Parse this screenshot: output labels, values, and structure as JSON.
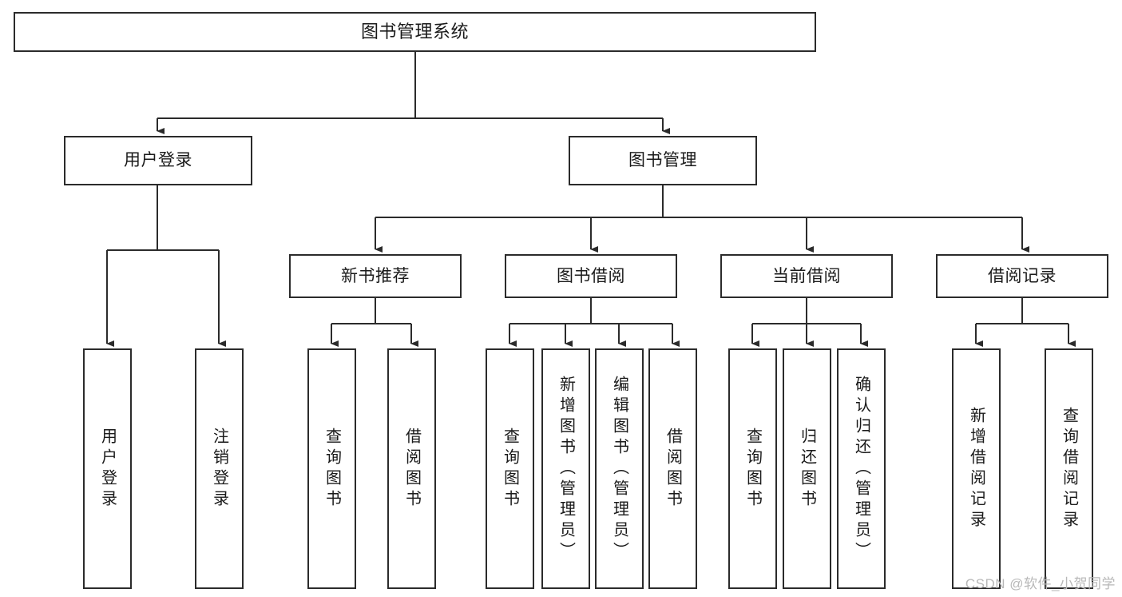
{
  "diagram": {
    "title": "图书管理系统",
    "type": "tree-hierarchy-chart",
    "watermark": "CSDN @软件_小贺同学",
    "line_color": "#2b2b2b",
    "box_fill": "#ffffff",
    "text_color": "#1a1a1a",
    "root": {
      "label": "图书管理系统"
    },
    "level2": [
      {
        "label": "用户登录"
      },
      {
        "label": "图书管理"
      }
    ],
    "level3": [
      {
        "label": "新书推荐"
      },
      {
        "label": "图书借阅"
      },
      {
        "label": "当前借阅"
      },
      {
        "label": "借阅记录"
      }
    ],
    "leaves": {
      "user_login": [
        {
          "label": "用户登录"
        },
        {
          "label": "注销登录"
        }
      ],
      "new_book_recommend": [
        {
          "label": "查询图书"
        },
        {
          "label": "借阅图书"
        }
      ],
      "book_borrow": [
        {
          "label": "查询图书"
        },
        {
          "label": "新增图书（管理员）"
        },
        {
          "label": "编辑图书（管理员）"
        },
        {
          "label": "借阅图书"
        }
      ],
      "current_borrow": [
        {
          "label": "查询图书"
        },
        {
          "label": "归还图书"
        },
        {
          "label": "确认归还（管理员）"
        }
      ],
      "borrow_record": [
        {
          "label": "新增借阅记录"
        },
        {
          "label": "查询借阅记录"
        }
      ]
    }
  }
}
